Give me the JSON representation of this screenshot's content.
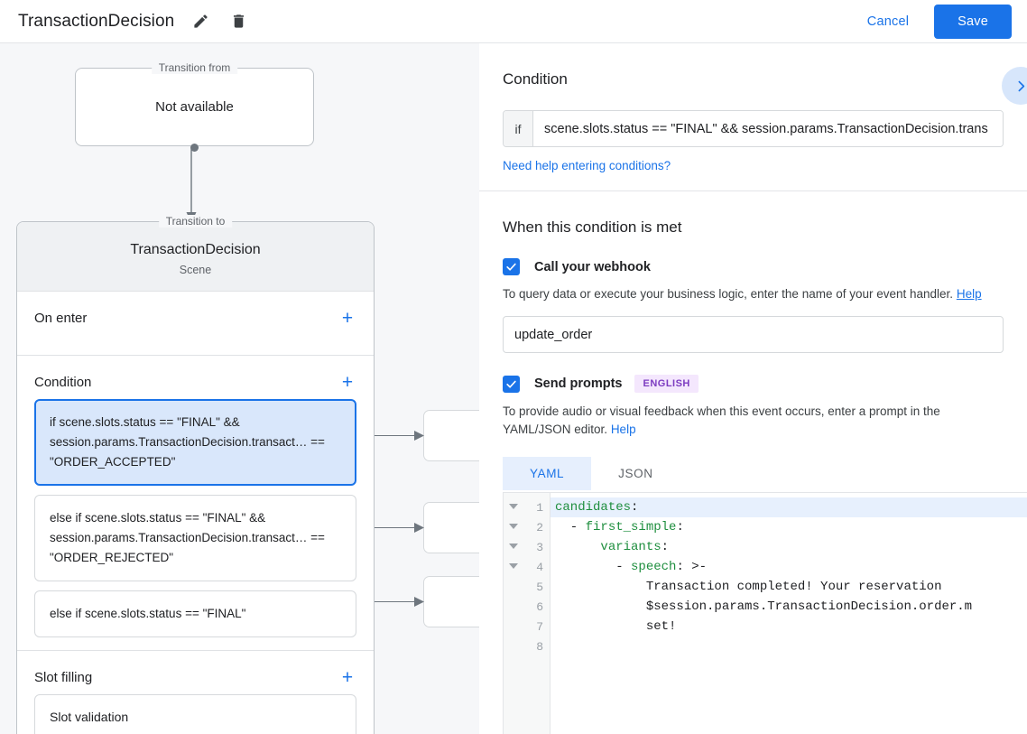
{
  "topbar": {
    "title": "TransactionDecision",
    "edit_icon": "pencil-icon",
    "delete_icon": "trash-icon",
    "cancel_label": "Cancel",
    "save_label": "Save",
    "accent_color": "#1a73e8"
  },
  "graph": {
    "transition_from": {
      "legend": "Transition from",
      "value": "Not available"
    },
    "transition_to": {
      "legend": "Transition to",
      "name": "TransactionDecision",
      "type": "Scene"
    },
    "sections": [
      {
        "title": "On enter",
        "add_label": "+"
      },
      {
        "title": "Condition",
        "add_label": "+"
      },
      {
        "title": "Slot filling",
        "add_label": "+"
      }
    ],
    "conditions": [
      {
        "text": "if scene.slots.status == \"FINAL\" && session.params.TransactionDecision.transact… == \"ORDER_ACCEPTED\"",
        "selected": true
      },
      {
        "text": "else if scene.slots.status == \"FINAL\" && session.params.TransactionDecision.transact… == \"ORDER_REJECTED\"",
        "selected": false
      },
      {
        "text": "else if scene.slots.status == \"FINAL\"",
        "selected": false
      }
    ],
    "slot_filling": [
      {
        "text": "Slot validation"
      }
    ]
  },
  "detail": {
    "condition": {
      "heading": "Condition",
      "expand_icon": "chevron-right-icon",
      "prefix": "if",
      "value": "scene.slots.status == \"FINAL\" && session.params.TransactionDecision.trans",
      "help_link": "Need help entering conditions?"
    },
    "when_met": {
      "heading": "When this condition is met",
      "webhook": {
        "checked": true,
        "label": "Call your webhook",
        "description": "To query data or execute your business logic, enter the name of your event handler.",
        "help_label": "Help",
        "value": "update_order"
      },
      "prompts": {
        "checked": true,
        "label": "Send prompts",
        "badge": "ENGLISH",
        "description": "To provide audio or visual feedback when this event occurs, enter a prompt in the YAML/JSON editor.",
        "help_label": "Help",
        "tabs": [
          {
            "label": "YAML",
            "active": true
          },
          {
            "label": "JSON",
            "active": false
          }
        ]
      }
    },
    "editor": {
      "highlighted_line": 1,
      "lines": [
        {
          "num": 1,
          "fold": true,
          "key": "candidates",
          "indent": "",
          "after": ":",
          "value": ""
        },
        {
          "num": 2,
          "fold": true,
          "key": "first_simple",
          "indent": "  - ",
          "after": ":",
          "value": ""
        },
        {
          "num": 3,
          "fold": true,
          "key": "variants",
          "indent": "      ",
          "after": ":",
          "value": ""
        },
        {
          "num": 4,
          "fold": true,
          "key": "speech",
          "indent": "        - ",
          "after": ": ",
          "value": ">-"
        },
        {
          "num": 5,
          "fold": false,
          "key": "",
          "indent": "            ",
          "after": "",
          "value": "Transaction completed! Your reservation"
        },
        {
          "num": 6,
          "fold": false,
          "key": "",
          "indent": "            ",
          "after": "",
          "value": "$session.params.TransactionDecision.order.m"
        },
        {
          "num": 7,
          "fold": false,
          "key": "",
          "indent": "            ",
          "after": "",
          "value": "set!"
        },
        {
          "num": 8,
          "fold": false,
          "key": "",
          "indent": "",
          "after": "",
          "value": ""
        }
      ]
    }
  }
}
